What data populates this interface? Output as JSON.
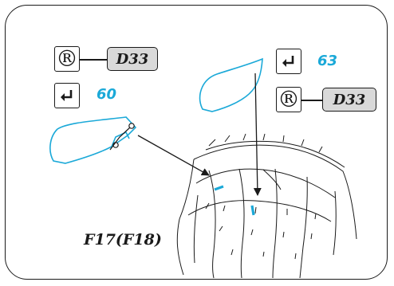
{
  "colors": {
    "accent": "#1ba9d8",
    "stroke": "#1a1a1a",
    "code_fill": "#d9d9d9"
  },
  "left_group": {
    "mark_symbol": "®",
    "mark_icon": "registered-icon",
    "code": "D33",
    "step_icon": "return-arrow-icon",
    "number": "60"
  },
  "right_group": {
    "mark_symbol": "®",
    "mark_icon": "registered-icon",
    "code": "D33",
    "step_icon": "return-arrow-icon",
    "number": "63"
  },
  "part_label": "F17(F18)"
}
